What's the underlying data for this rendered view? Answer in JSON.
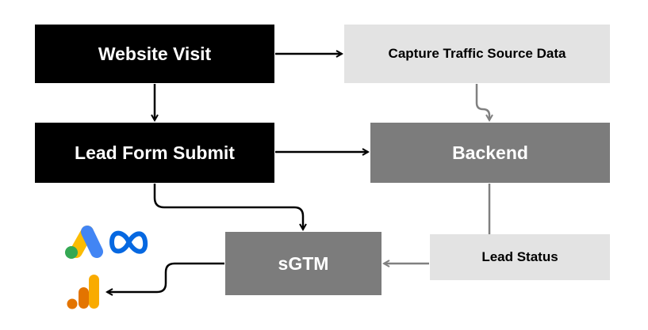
{
  "nodes": {
    "website_visit": "Website Visit",
    "lead_form_submit": "Lead Form Submit",
    "capture_traffic": "Capture Traffic Source Data",
    "backend": "Backend",
    "sgtm": "sGTM",
    "lead_status": "Lead Status"
  },
  "colors": {
    "dark_node": "#000000",
    "mid_node": "#7c7c7c",
    "light_node": "#e3e3e3",
    "dark_arrow": "#000000",
    "gray_arrow": "#808080"
  },
  "icons": [
    "google-ads-icon",
    "meta-icon",
    "google-analytics-icon"
  ]
}
